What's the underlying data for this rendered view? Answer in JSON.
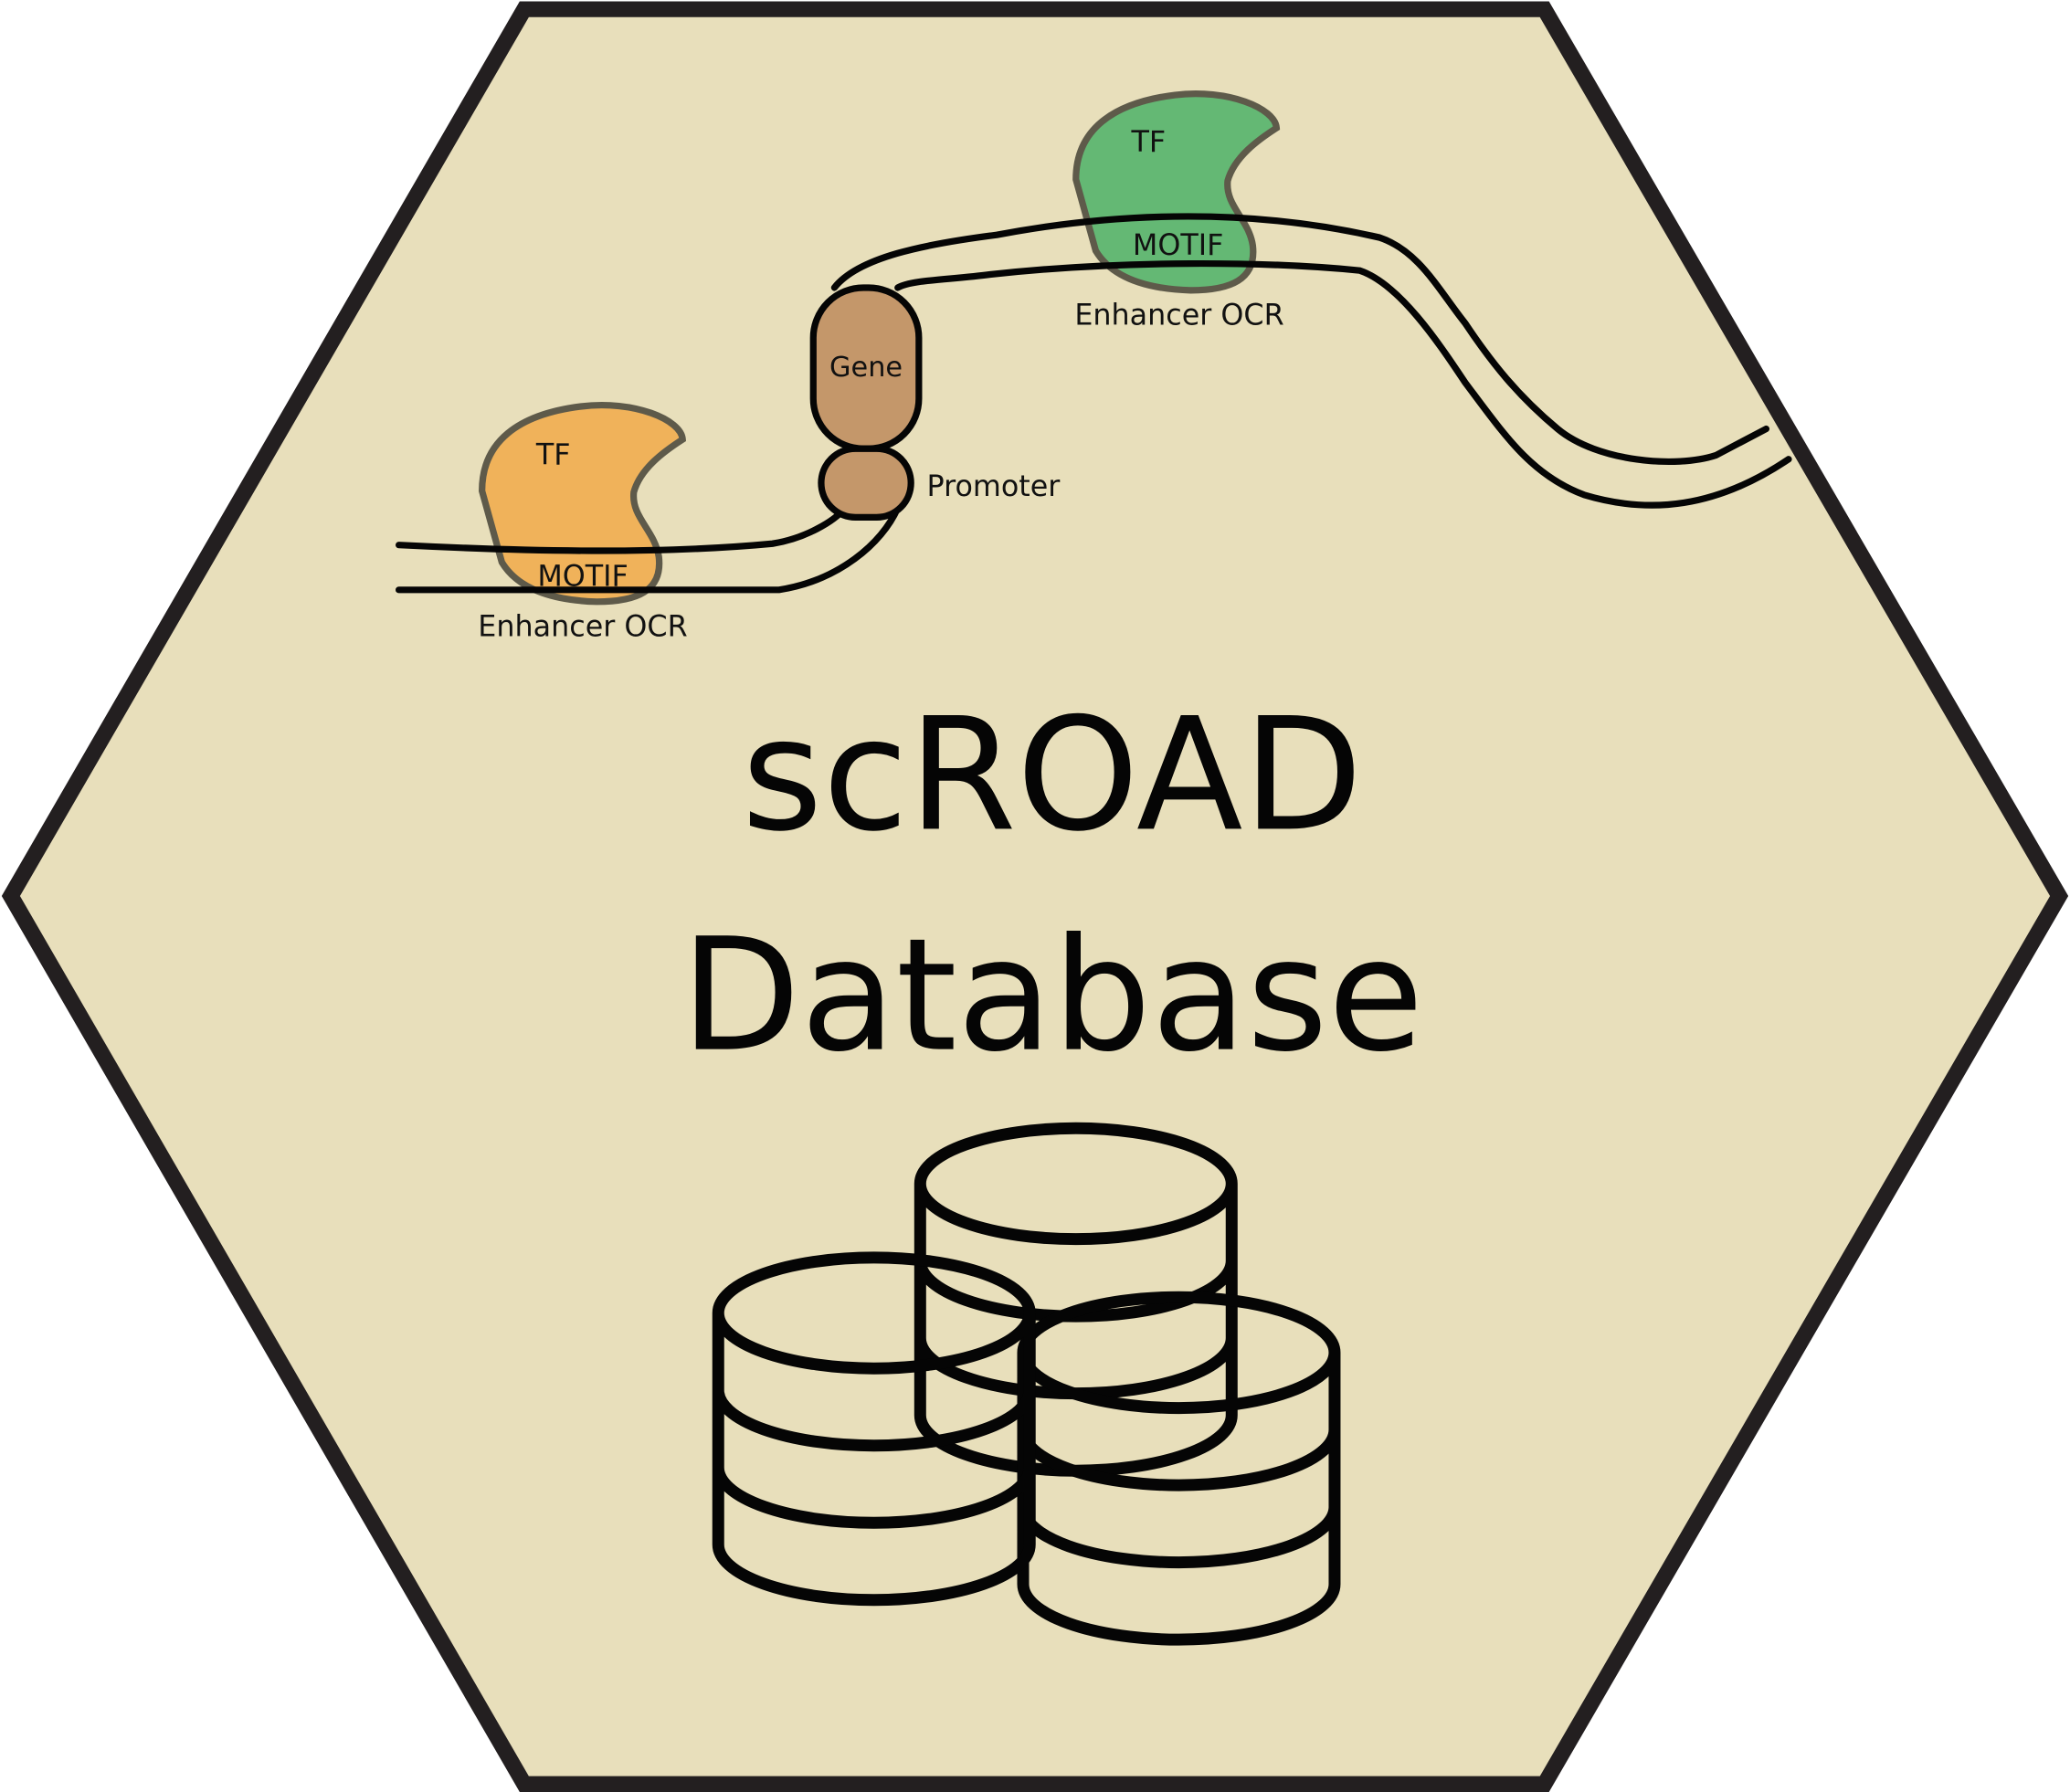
{
  "title": {
    "line1": "scROAD",
    "line2": "Database"
  },
  "diagram": {
    "tf_left": {
      "label": "TF",
      "motif": "MOTIF",
      "region": "Enhancer OCR"
    },
    "tf_right": {
      "label": "TF",
      "motif": "MOTIF",
      "region": "Enhancer OCR"
    },
    "gene": "Gene",
    "promoter": "Promoter"
  },
  "icons": [
    "hexagon-badge",
    "database-stack-icon"
  ],
  "colors": {
    "background": "#e8dfbb",
    "border": "#231f20",
    "tf_left": "#f0b25a",
    "tf_right": "#5db570",
    "gene": "#c4976a"
  }
}
